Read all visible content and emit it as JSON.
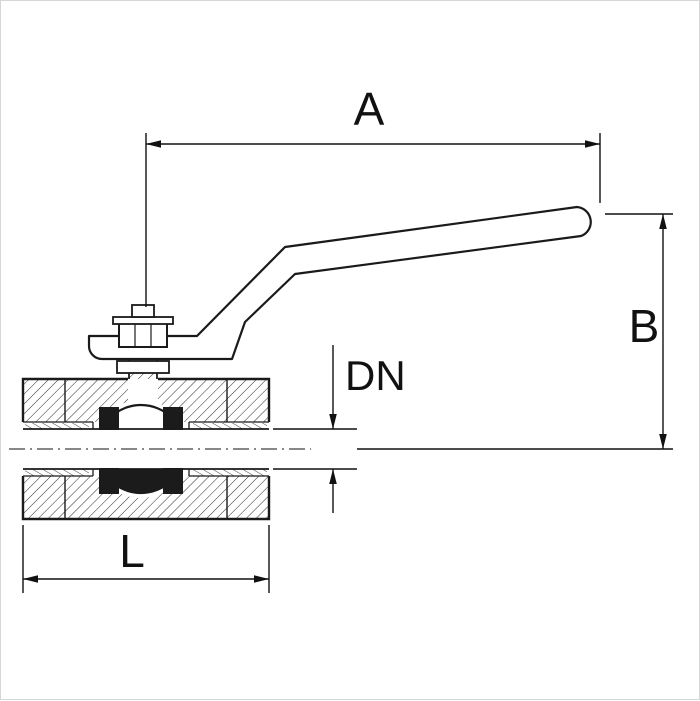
{
  "labels": {
    "dim_a": "A",
    "dim_b": "B",
    "dim_dn": "DN",
    "dim_l": "L"
  },
  "colors": {
    "line": "#1a1a1a",
    "dimension": "#111111",
    "background": "#ffffff",
    "section_dark": "#1b1b1b"
  }
}
